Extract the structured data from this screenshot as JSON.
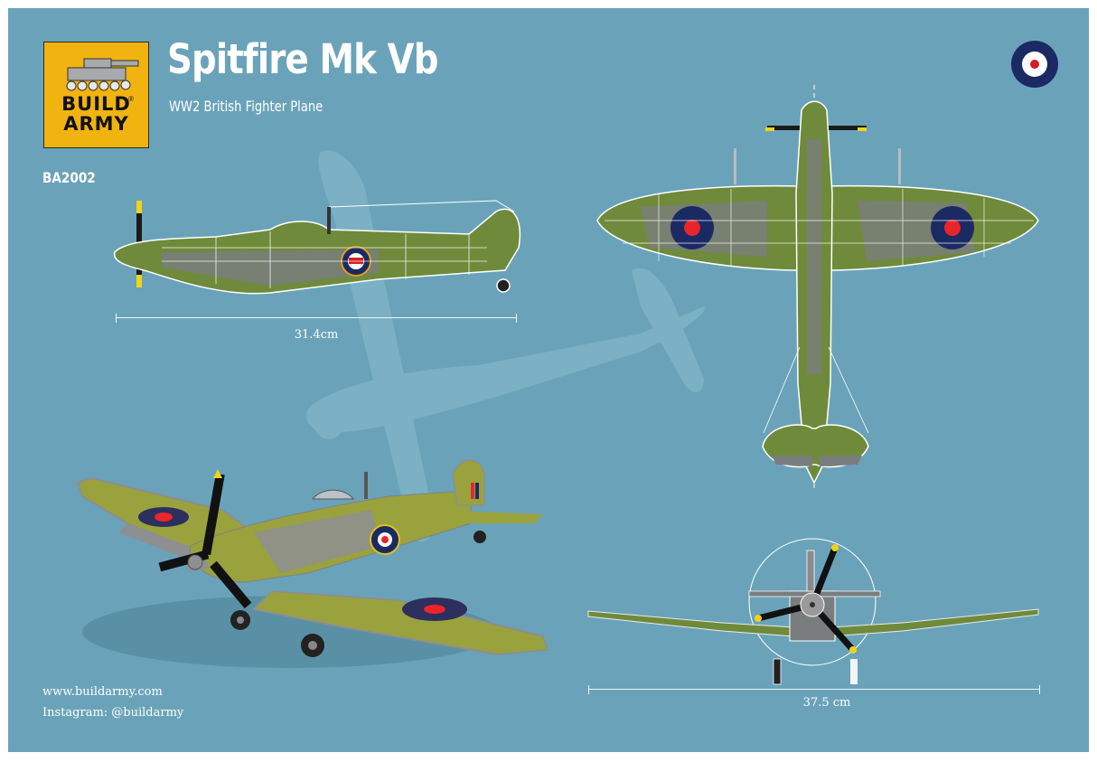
{
  "brand": {
    "logo_line1": "BUILD",
    "logo_line2": "ARMY",
    "registered_mark": "®",
    "logo_icon": "tank-icon"
  },
  "header": {
    "title": "Spitfire Mk Vb",
    "subtitle": "WW2 British Fighter Plane",
    "product_code": "BA2002",
    "insignia": "raf-roundel-icon"
  },
  "views": {
    "side": {
      "label": "side-view-blueprint",
      "length_label": "31.4cm"
    },
    "top": {
      "label": "top-view-blueprint"
    },
    "front": {
      "label": "front-view-blueprint",
      "wingspan_label": "37.5 cm"
    },
    "model": {
      "label": "3d-brick-model-render"
    }
  },
  "footer": {
    "website": "www.buildarmy.com",
    "instagram": "Instagram: @buildarmy"
  },
  "colors": {
    "background": "#6aa3b9",
    "logo_yellow": "#f0b310",
    "roundel_blue": "#1b2a63",
    "roundel_red": "#d21f26",
    "camo_green": "#6f8a3a",
    "camo_grey": "#7a7d7e",
    "prop_tip_yellow": "#f2d21a"
  }
}
